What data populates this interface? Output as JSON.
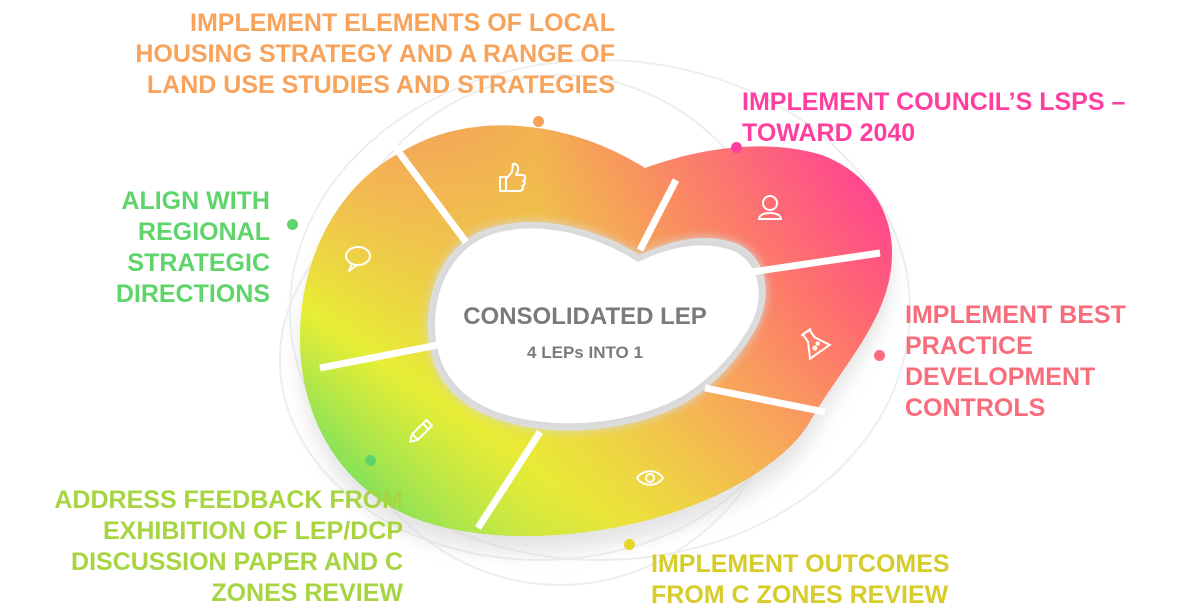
{
  "center": {
    "title": "CONSOLIDATED LEP",
    "subtitle": "4 LEPs INTO 1"
  },
  "colors": {
    "orange": "#F7A35C",
    "pink": "#FF3FA0",
    "salmon": "#F86D7B",
    "yellow": "#E8D52C",
    "green": "#5FD46A",
    "lime": "#A7D542"
  },
  "items": [
    {
      "lines": [
        "IMPLEMENT ELEMENTS OF LOCAL",
        "HOUSING STRATEGY AND A RANGE OF",
        "LAND USE STUDIES AND STRATEGIES"
      ],
      "icon": "thumbs-up-icon",
      "color": "#F7A35C"
    },
    {
      "lines": [
        "IMPLEMENT COUNCIL’S LSPS –",
        "TOWARD 2040"
      ],
      "icon": "user-icon",
      "color": "#FF3FA0"
    },
    {
      "lines": [
        "IMPLEMENT BEST",
        "PRACTICE",
        "DEVELOPMENT",
        "CONTROLS"
      ],
      "icon": "flask-icon",
      "color": "#F86D7B"
    },
    {
      "lines": [
        "IMPLEMENT OUTCOMES",
        "FROM C ZONES REVIEW"
      ],
      "icon": "eye-icon",
      "color": "#E8D52C"
    },
    {
      "lines": [
        "ADDRESS FEEDBACK FROM",
        "EXHIBITION OF LEP/DCP",
        "DISCUSSION PAPER AND C",
        "ZONES REVIEW"
      ],
      "icon": "pencil-icon",
      "color": "#A7D542"
    },
    {
      "lines": [
        "ALIGN WITH",
        "REGIONAL",
        "STRATEGIC",
        "DIRECTIONS"
      ],
      "icon": "speech-bubble-icon",
      "color": "#5FD46A"
    }
  ]
}
